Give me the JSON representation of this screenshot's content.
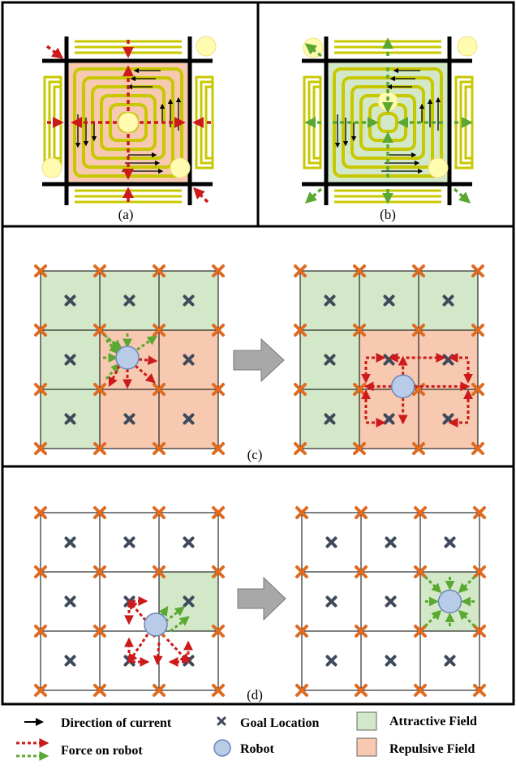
{
  "panels": {
    "a": {
      "label": "(a)"
    },
    "b": {
      "label": "(b)"
    },
    "c": {
      "label": "(c)"
    },
    "d": {
      "label": "(d)"
    }
  },
  "legend": {
    "current": "Direction of current",
    "force": "Force on robot",
    "goal": "Goal Location",
    "robot": "Robot",
    "attractive": "Attractive Field",
    "repulsive": "Repulsive Field"
  },
  "colors": {
    "attractive_fill": "#d3e8c8",
    "repulsive_fill": "#f6c9b0",
    "coil_yellow": "#c8c800",
    "grid_node": "#e06a20",
    "goal_marker": "#3e4a5c",
    "robot_fill": "#b8cce8",
    "robot_stroke": "#6a86b8",
    "arrow_attractive": "#5aa832",
    "arrow_repulsive": "#cc1a1a",
    "arrow_big": "#a8a8a8"
  },
  "icons": {
    "current": "black-arrow-icon",
    "force": "dotted-arrow-icon",
    "goal": "x-marker-icon",
    "robot": "circle-icon",
    "attractive": "green-square-icon",
    "repulsive": "orange-square-icon",
    "transition": "gray-block-arrow-icon"
  }
}
